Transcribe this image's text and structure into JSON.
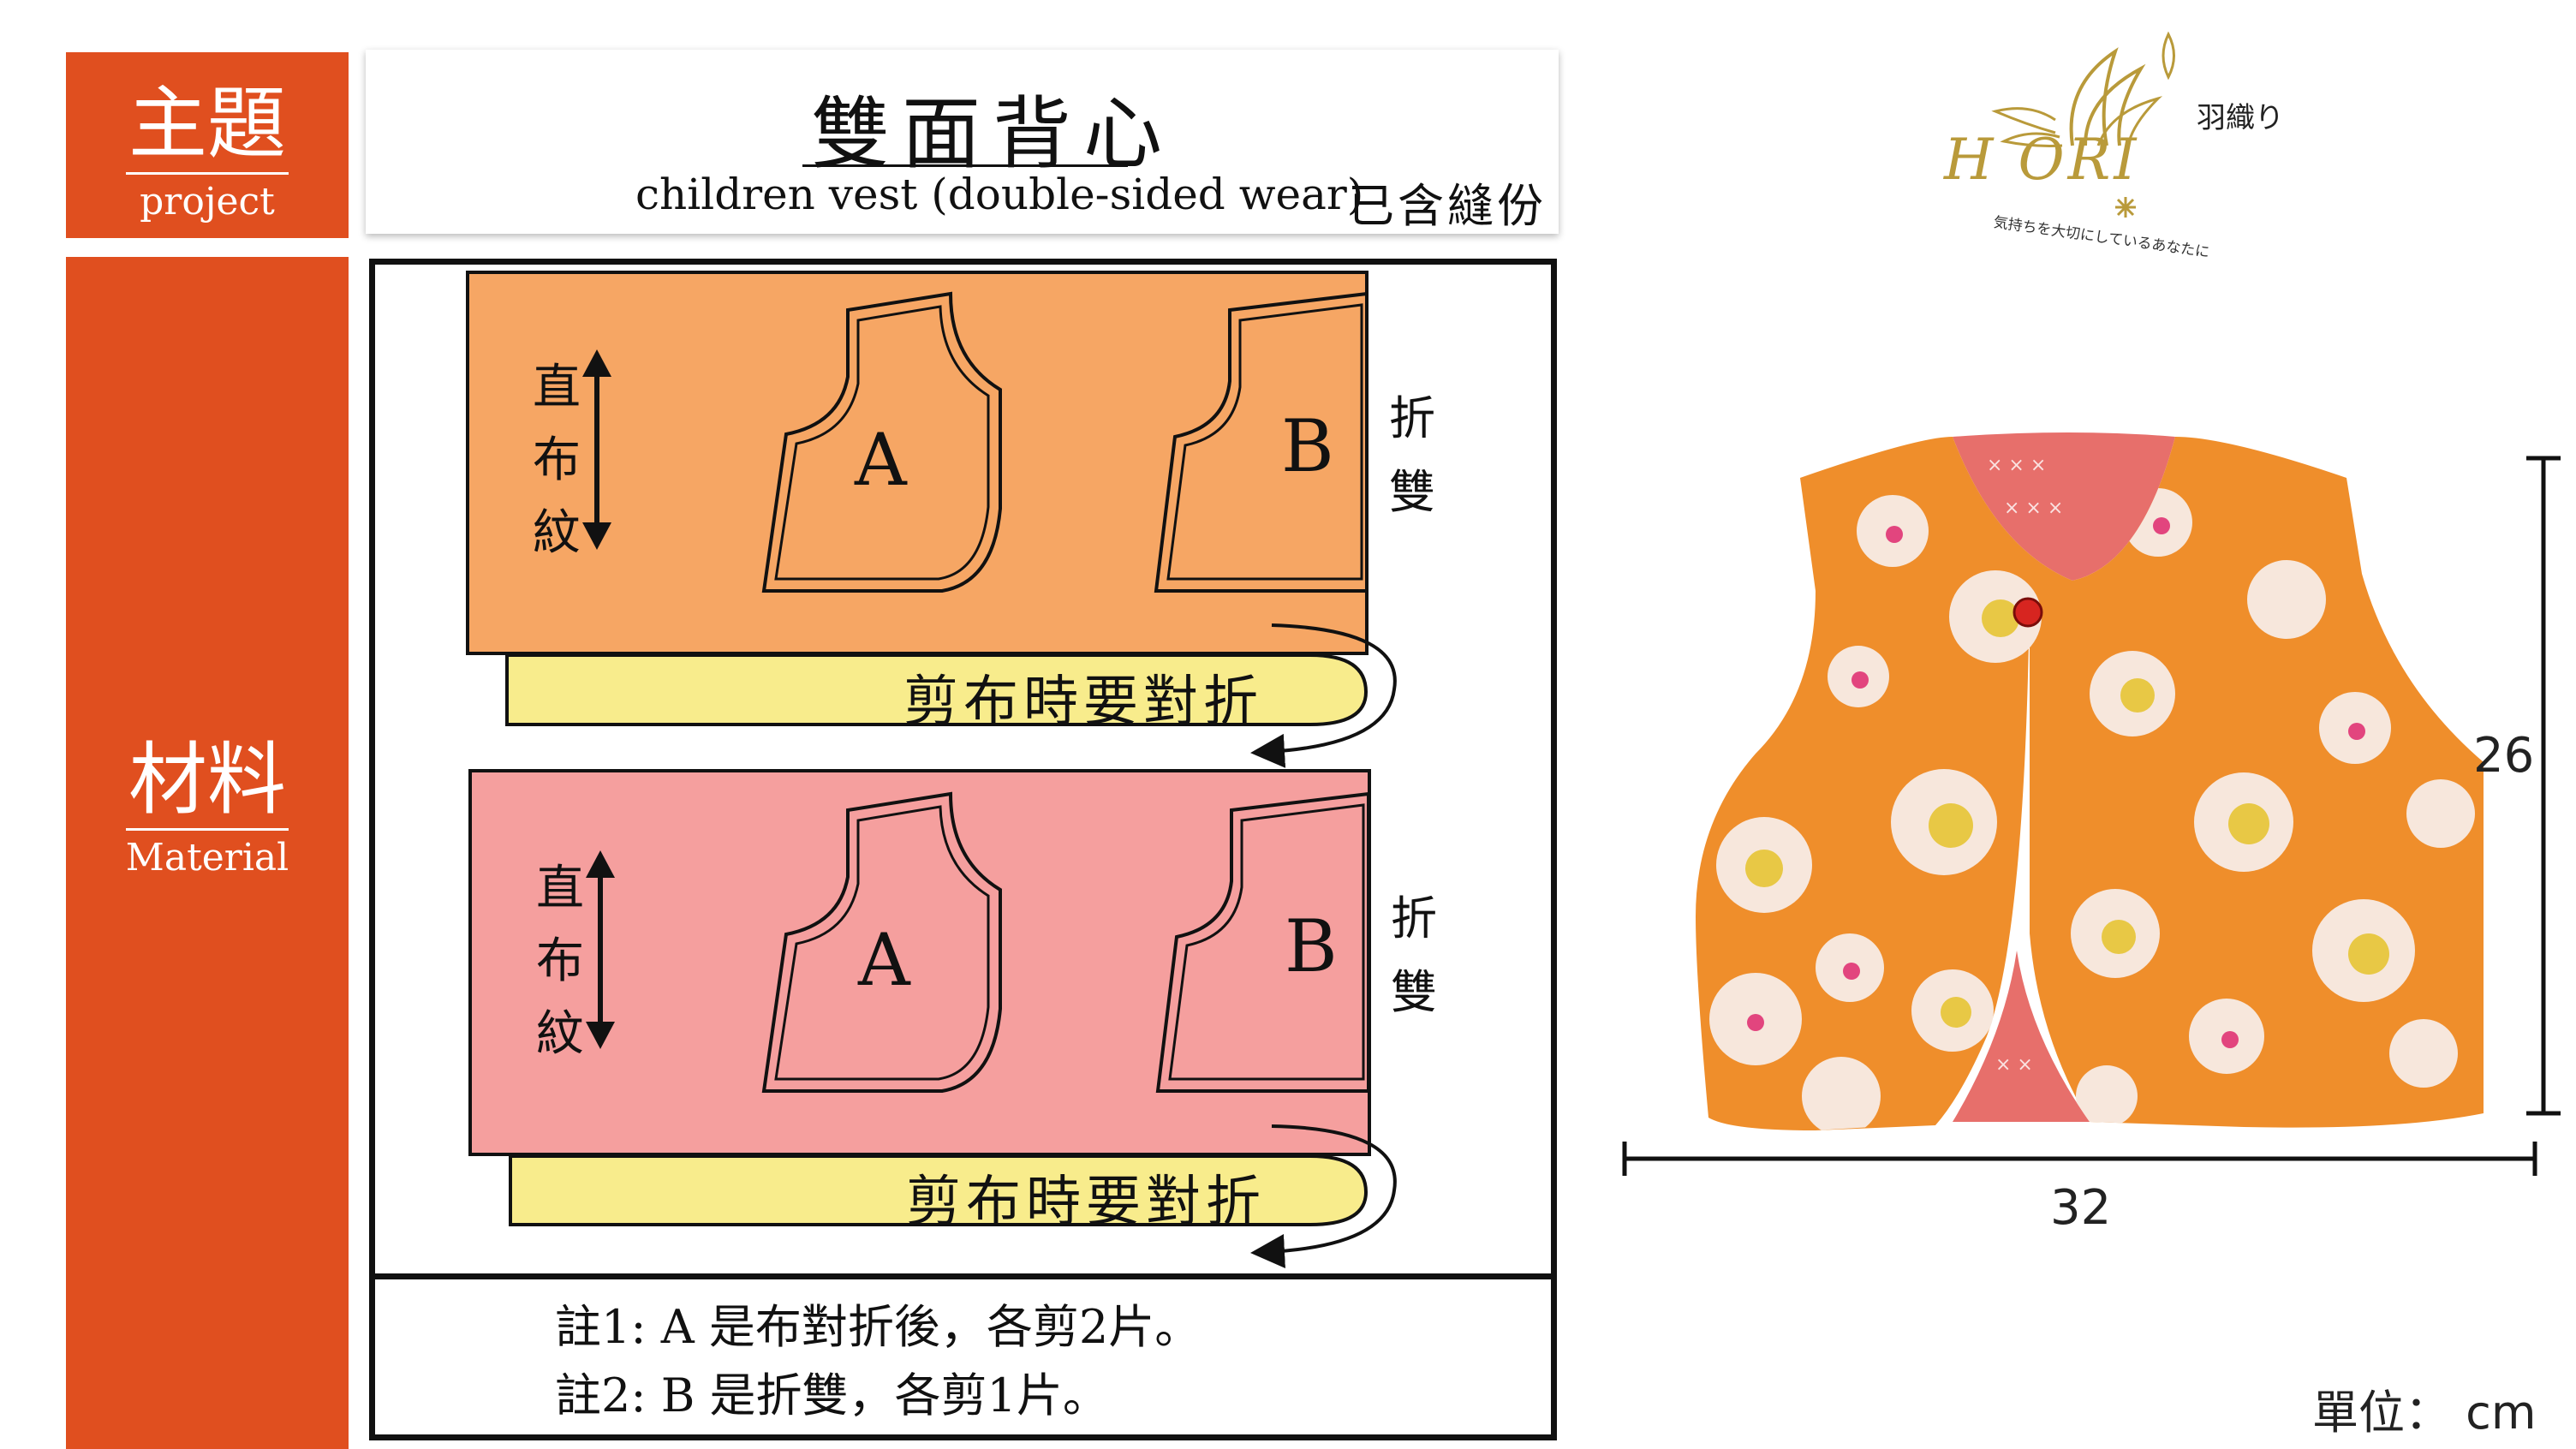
{
  "header": {
    "project_label": "主題",
    "project_label_en": "project",
    "title_zh": "雙面背心",
    "title_en": "children vest (double-sided wear)",
    "seam_note": "已含縫份"
  },
  "material": {
    "label": "材料",
    "label_en": "Material"
  },
  "fabric_panels": [
    {
      "grain_label": [
        "直",
        "布",
        "紋"
      ],
      "piece_a": "A",
      "piece_b": "B",
      "fold_label": [
        "折",
        "雙"
      ],
      "fold_instruction": "剪布時要對折"
    },
    {
      "grain_label": [
        "直",
        "布",
        "紋"
      ],
      "piece_a": "A",
      "piece_b": "B",
      "fold_label": [
        "折",
        "雙"
      ],
      "fold_instruction": "剪布時要對折"
    }
  ],
  "notes": [
    "註1: A 是布對折後，各剪2片。",
    "註2: B 是折雙，各剪1片。"
  ],
  "logo": {
    "brand_jp": "羽織り",
    "brand_latin": "H ORI",
    "tagline": "気持ちを大切にしているあなたに"
  },
  "dimensions": {
    "height": "26",
    "width": "32",
    "unit_label": "單位：  cm"
  },
  "colors": {
    "label_orange": "#e04f1f",
    "fabric_orange": "#f6a664",
    "fabric_pink": "#f59f9e",
    "fold_yellow": "#f8ec8c",
    "logo_gold": "#b99a3a"
  }
}
